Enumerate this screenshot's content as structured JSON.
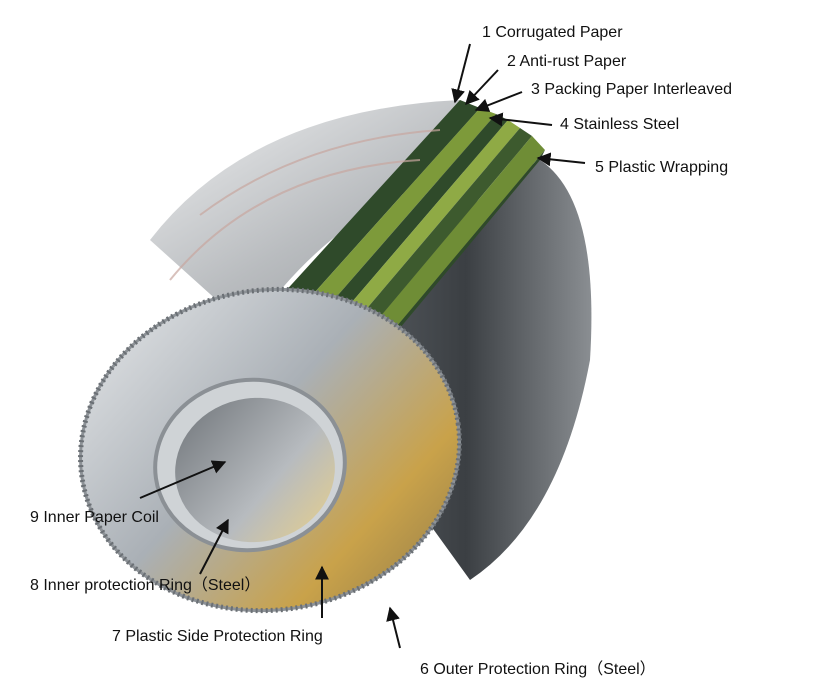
{
  "labels": {
    "corrugated_paper": "1 Corrugated Paper",
    "anti_rust_paper": "2 Anti-rust Paper",
    "packing_paper": "3 Packing Paper Interleaved",
    "stainless_steel": "4 Stainless Steel",
    "plastic_wrapping": "5 Plastic Wrapping",
    "outer_ring": "6 Outer Protection Ring（Steel）",
    "plastic_side_ring": "7 Plastic Side Protection Ring",
    "inner_ring": "8 Inner protection Ring（Steel）",
    "inner_paper_coil": "9 Inner Paper Coil"
  },
  "colors": {
    "arrow": "#111111",
    "steel_light": "#d7dadd",
    "steel_mid": "#9ea3a8",
    "steel_dark": "#4a4e53",
    "band_dark": "#2f4a2a",
    "band_olive": "#7d9a3a",
    "band_mid": "#4c6b33",
    "gold_reflection": "#c9a24a"
  }
}
